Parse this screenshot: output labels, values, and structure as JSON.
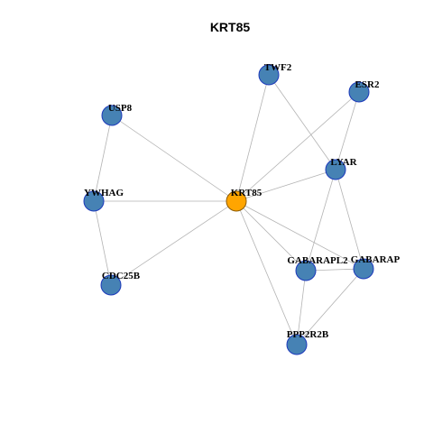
{
  "title": "KRT85",
  "colors": {
    "edge": "#b3b3b3",
    "node_fill": "#4682b4",
    "node_stroke": "#1c39bb",
    "center_fill": "#ffa500",
    "center_stroke": "#8b5a00"
  },
  "nodes": [
    {
      "id": "KRT85",
      "label": "KRT85",
      "center": true
    },
    {
      "id": "TWF2",
      "label": "TWF2"
    },
    {
      "id": "ESR2",
      "label": "ESR2"
    },
    {
      "id": "USP8",
      "label": "USP8"
    },
    {
      "id": "LYAR",
      "label": "LYAR"
    },
    {
      "id": "YWHAG",
      "label": "YWHAG"
    },
    {
      "id": "GABARAPL2",
      "label": "GABARAPL2"
    },
    {
      "id": "GABARAP",
      "label": "GABARAP"
    },
    {
      "id": "CDC25B",
      "label": "CDC25B"
    },
    {
      "id": "PPP2R2B",
      "label": "PPP2R2B"
    }
  ],
  "edges": [
    [
      "KRT85",
      "TWF2"
    ],
    [
      "KRT85",
      "ESR2"
    ],
    [
      "KRT85",
      "USP8"
    ],
    [
      "KRT85",
      "LYAR"
    ],
    [
      "KRT85",
      "YWHAG"
    ],
    [
      "KRT85",
      "GABARAPL2"
    ],
    [
      "KRT85",
      "GABARAP"
    ],
    [
      "KRT85",
      "CDC25B"
    ],
    [
      "KRT85",
      "PPP2R2B"
    ],
    [
      "TWF2",
      "LYAR"
    ],
    [
      "ESR2",
      "LYAR"
    ],
    [
      "USP8",
      "YWHAG"
    ],
    [
      "YWHAG",
      "CDC25B"
    ],
    [
      "LYAR",
      "GABARAPL2"
    ],
    [
      "LYAR",
      "GABARAP"
    ],
    [
      "GABARAPL2",
      "GABARAP"
    ],
    [
      "GABARAPL2",
      "PPP2R2B"
    ],
    [
      "GABARAP",
      "PPP2R2B"
    ]
  ]
}
